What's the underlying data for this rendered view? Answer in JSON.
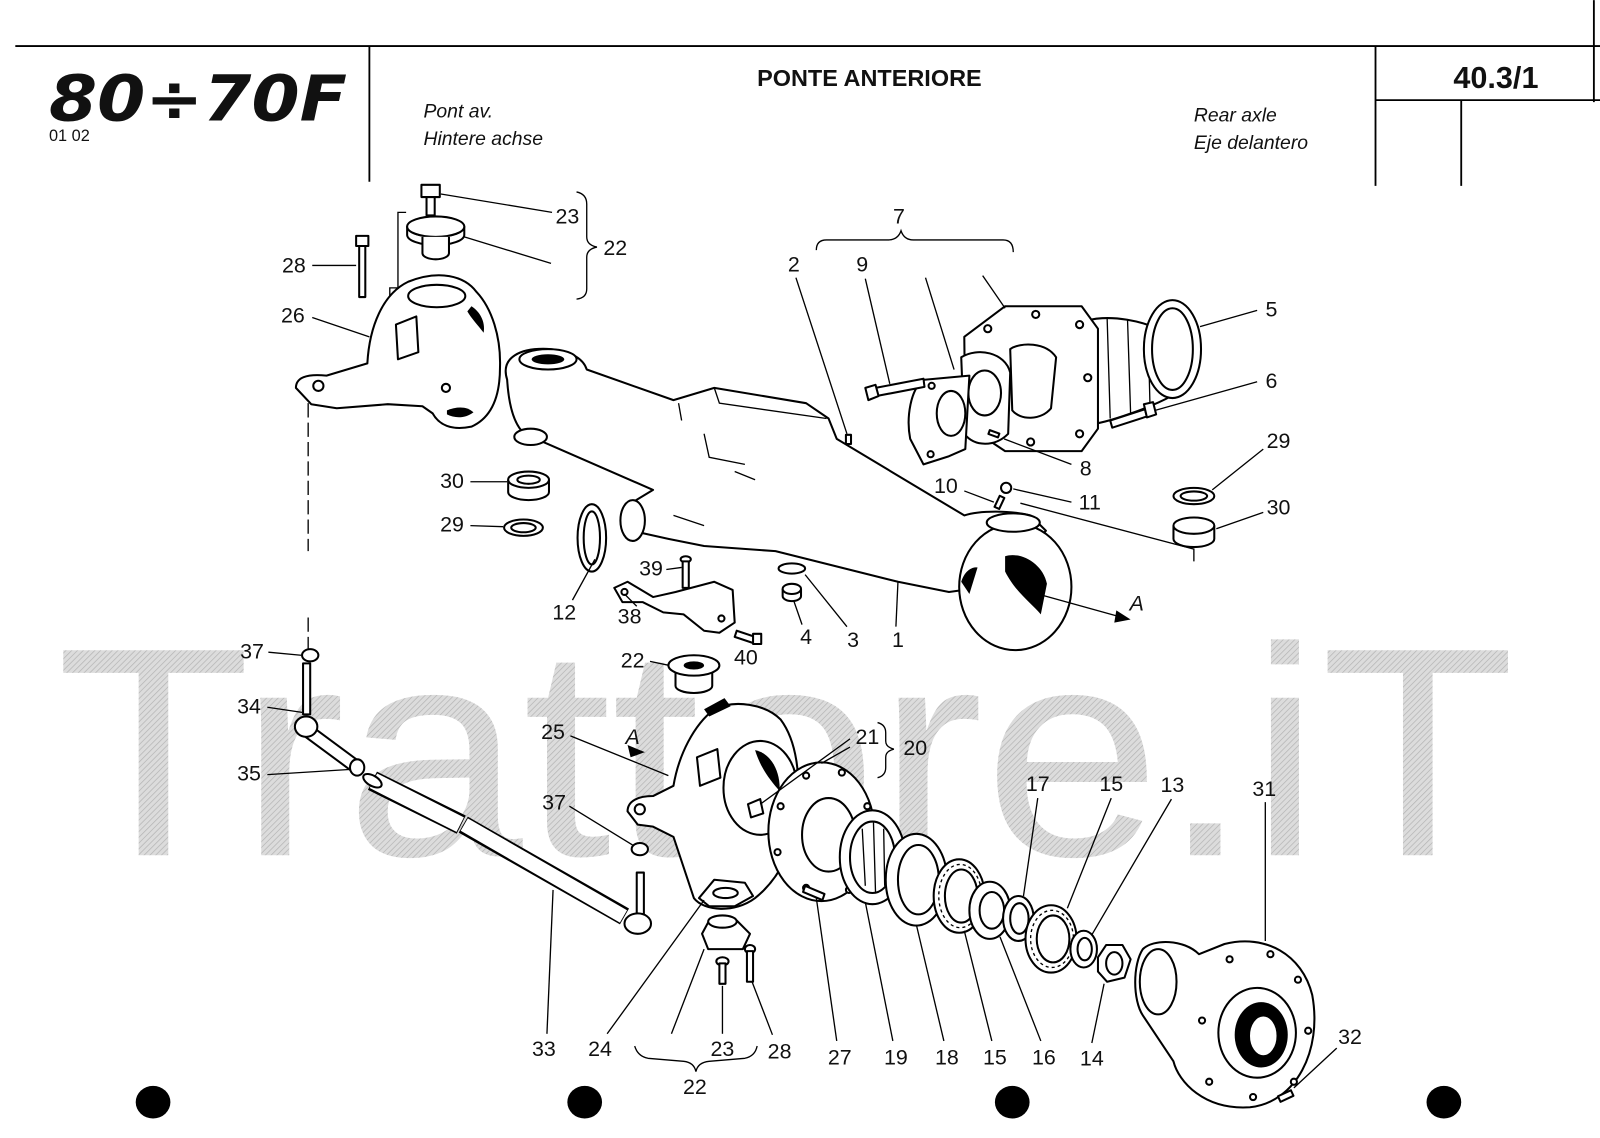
{
  "header": {
    "logo": "80÷70F",
    "code": "01 02",
    "title": "PONTE ANTERIORE",
    "title_fr": "Pont av.",
    "title_de": "Hintere achse",
    "title_en": "Rear axle",
    "title_es": "Eje delantero",
    "page_ref": "40.3/1"
  },
  "watermark": "Trattore.iT",
  "callouts": [
    "23",
    "22",
    "28",
    "26",
    "7",
    "2",
    "9",
    "5",
    "6",
    "8",
    "29",
    "10",
    "11",
    "30",
    "30",
    "29",
    "12",
    "39",
    "38",
    "40",
    "4",
    "3",
    "1",
    "22",
    "37",
    "34",
    "35",
    "25",
    "21",
    "20",
    "17",
    "15",
    "13",
    "31",
    "37",
    "33",
    "24",
    "23",
    "28",
    "27",
    "19",
    "18",
    "15",
    "16",
    "14",
    "22",
    "32"
  ],
  "section_markers": [
    "A",
    "A"
  ]
}
